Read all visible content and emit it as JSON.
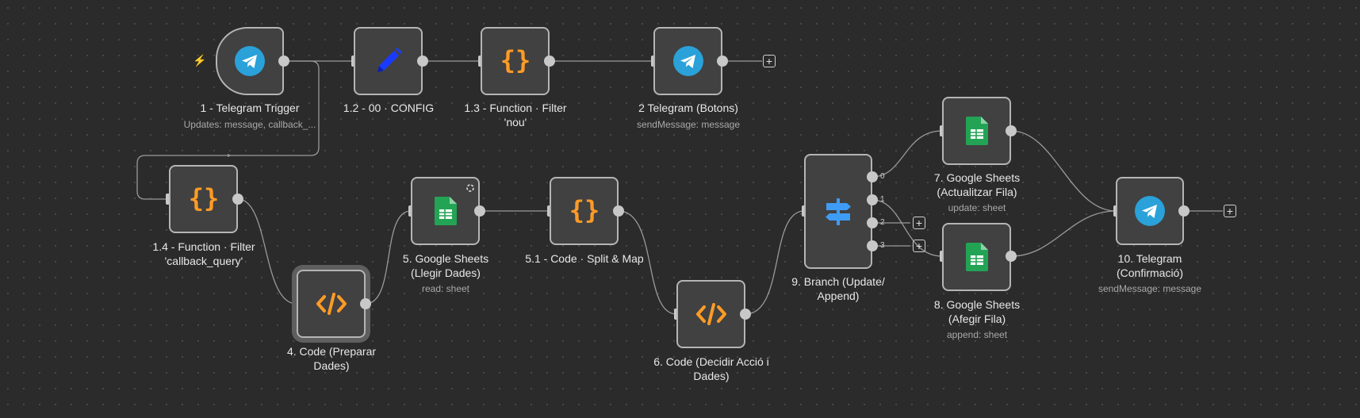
{
  "nodes": {
    "n1": {
      "title": "1 - Telegram Trigger",
      "subtitle": "Updates: message, callback_..."
    },
    "n12": {
      "title": "1.2 - 00 · CONFIG"
    },
    "n13": {
      "title": "1.3 - Function · Filter 'nou'"
    },
    "n2": {
      "title": "2 Telegram (Botons)",
      "subtitle": "sendMessage: message"
    },
    "n14": {
      "title": "1.4 - Function · Filter 'callback_query'"
    },
    "n4": {
      "title": "4. Code (Preparar Dades)"
    },
    "n5": {
      "title": "5. Google Sheets (Llegir Dades)",
      "subtitle": "read: sheet"
    },
    "n51": {
      "title": "5.1 - Code · Split & Map"
    },
    "n6": {
      "title": "6. Code (Decidir Acció i Dades)"
    },
    "n9": {
      "title": "9. Branch (Update/ Append)"
    },
    "n7": {
      "title": "7. Google Sheets (Actualitzar Fila)",
      "subtitle": "update: sheet"
    },
    "n8": {
      "title": "8. Google Sheets (Afegir Fila)",
      "subtitle": "append: sheet"
    },
    "n10": {
      "title": "10. Telegram (Confirmació)",
      "subtitle": "sendMessage: message"
    }
  },
  "branch_outputs": [
    "0",
    "1",
    "2",
    "3"
  ],
  "plus_symbol": "+",
  "icons": {
    "telegram": "telegram-icon",
    "pen": "pen-icon",
    "braces": "braces-icon",
    "code": "code-icon",
    "sheets": "google-sheets-icon",
    "branch": "signpost-icon",
    "trigger": "lightning-bolt-icon"
  },
  "colors": {
    "background": "#2b2b2b",
    "node_fill": "#414141",
    "node_border": "#b5b5b5",
    "telegram": "#2aa1d9",
    "function": "#ff9b26",
    "config": "#1a3bff",
    "sheets": "#23a455",
    "branch": "#3f9cf5",
    "trigger": "#ff6d5a"
  }
}
